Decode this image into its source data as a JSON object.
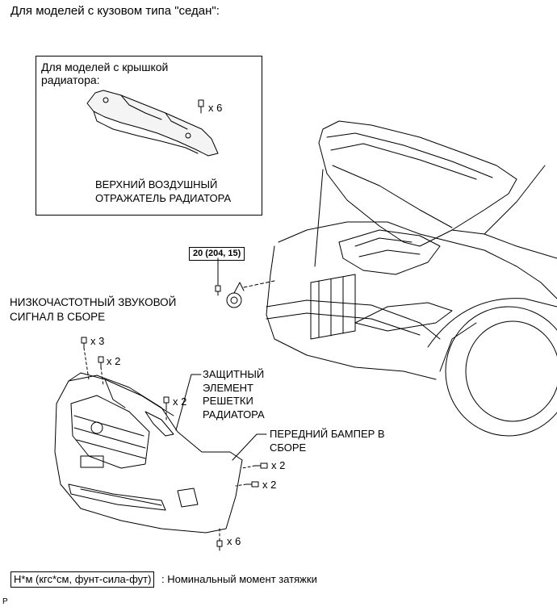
{
  "title": "Для моделей с кузовом типа \"седан\":",
  "inset": {
    "caption": "Для моделей с крышкой\nрадиатора:",
    "part_label": "ВЕРХНИЙ ВОЗДУШНЫЙ\nОТРАЖАТЕЛЬ РАДИАТОРА",
    "qty": "x 6"
  },
  "torque": "20 (204, 15)",
  "horn_label": "НИЗКОЧАСТОТНЫЙ ЗВУКОВОЙ\nСИГНАЛ В СБОРЕ",
  "grille_label": "ЗАЩИТНЫЙ\nЭЛЕМЕНТ\nРЕШЕТКИ\nРАДИАТОРА",
  "bumper_label": "ПЕРЕДНИЙ БАМПЕР В\nСБОРЕ",
  "qty": {
    "clip_top": "x 3",
    "clip_second": "x 2",
    "grille_clip": "x 2",
    "side_upper": "x 2",
    "side_lower": "x 2",
    "bottom": "x 6"
  },
  "legend": {
    "box": "Н*м (кгс*см, фунт-сила-фут)",
    "text": ": Номинальный момент затяжки"
  },
  "page_mark": "P"
}
